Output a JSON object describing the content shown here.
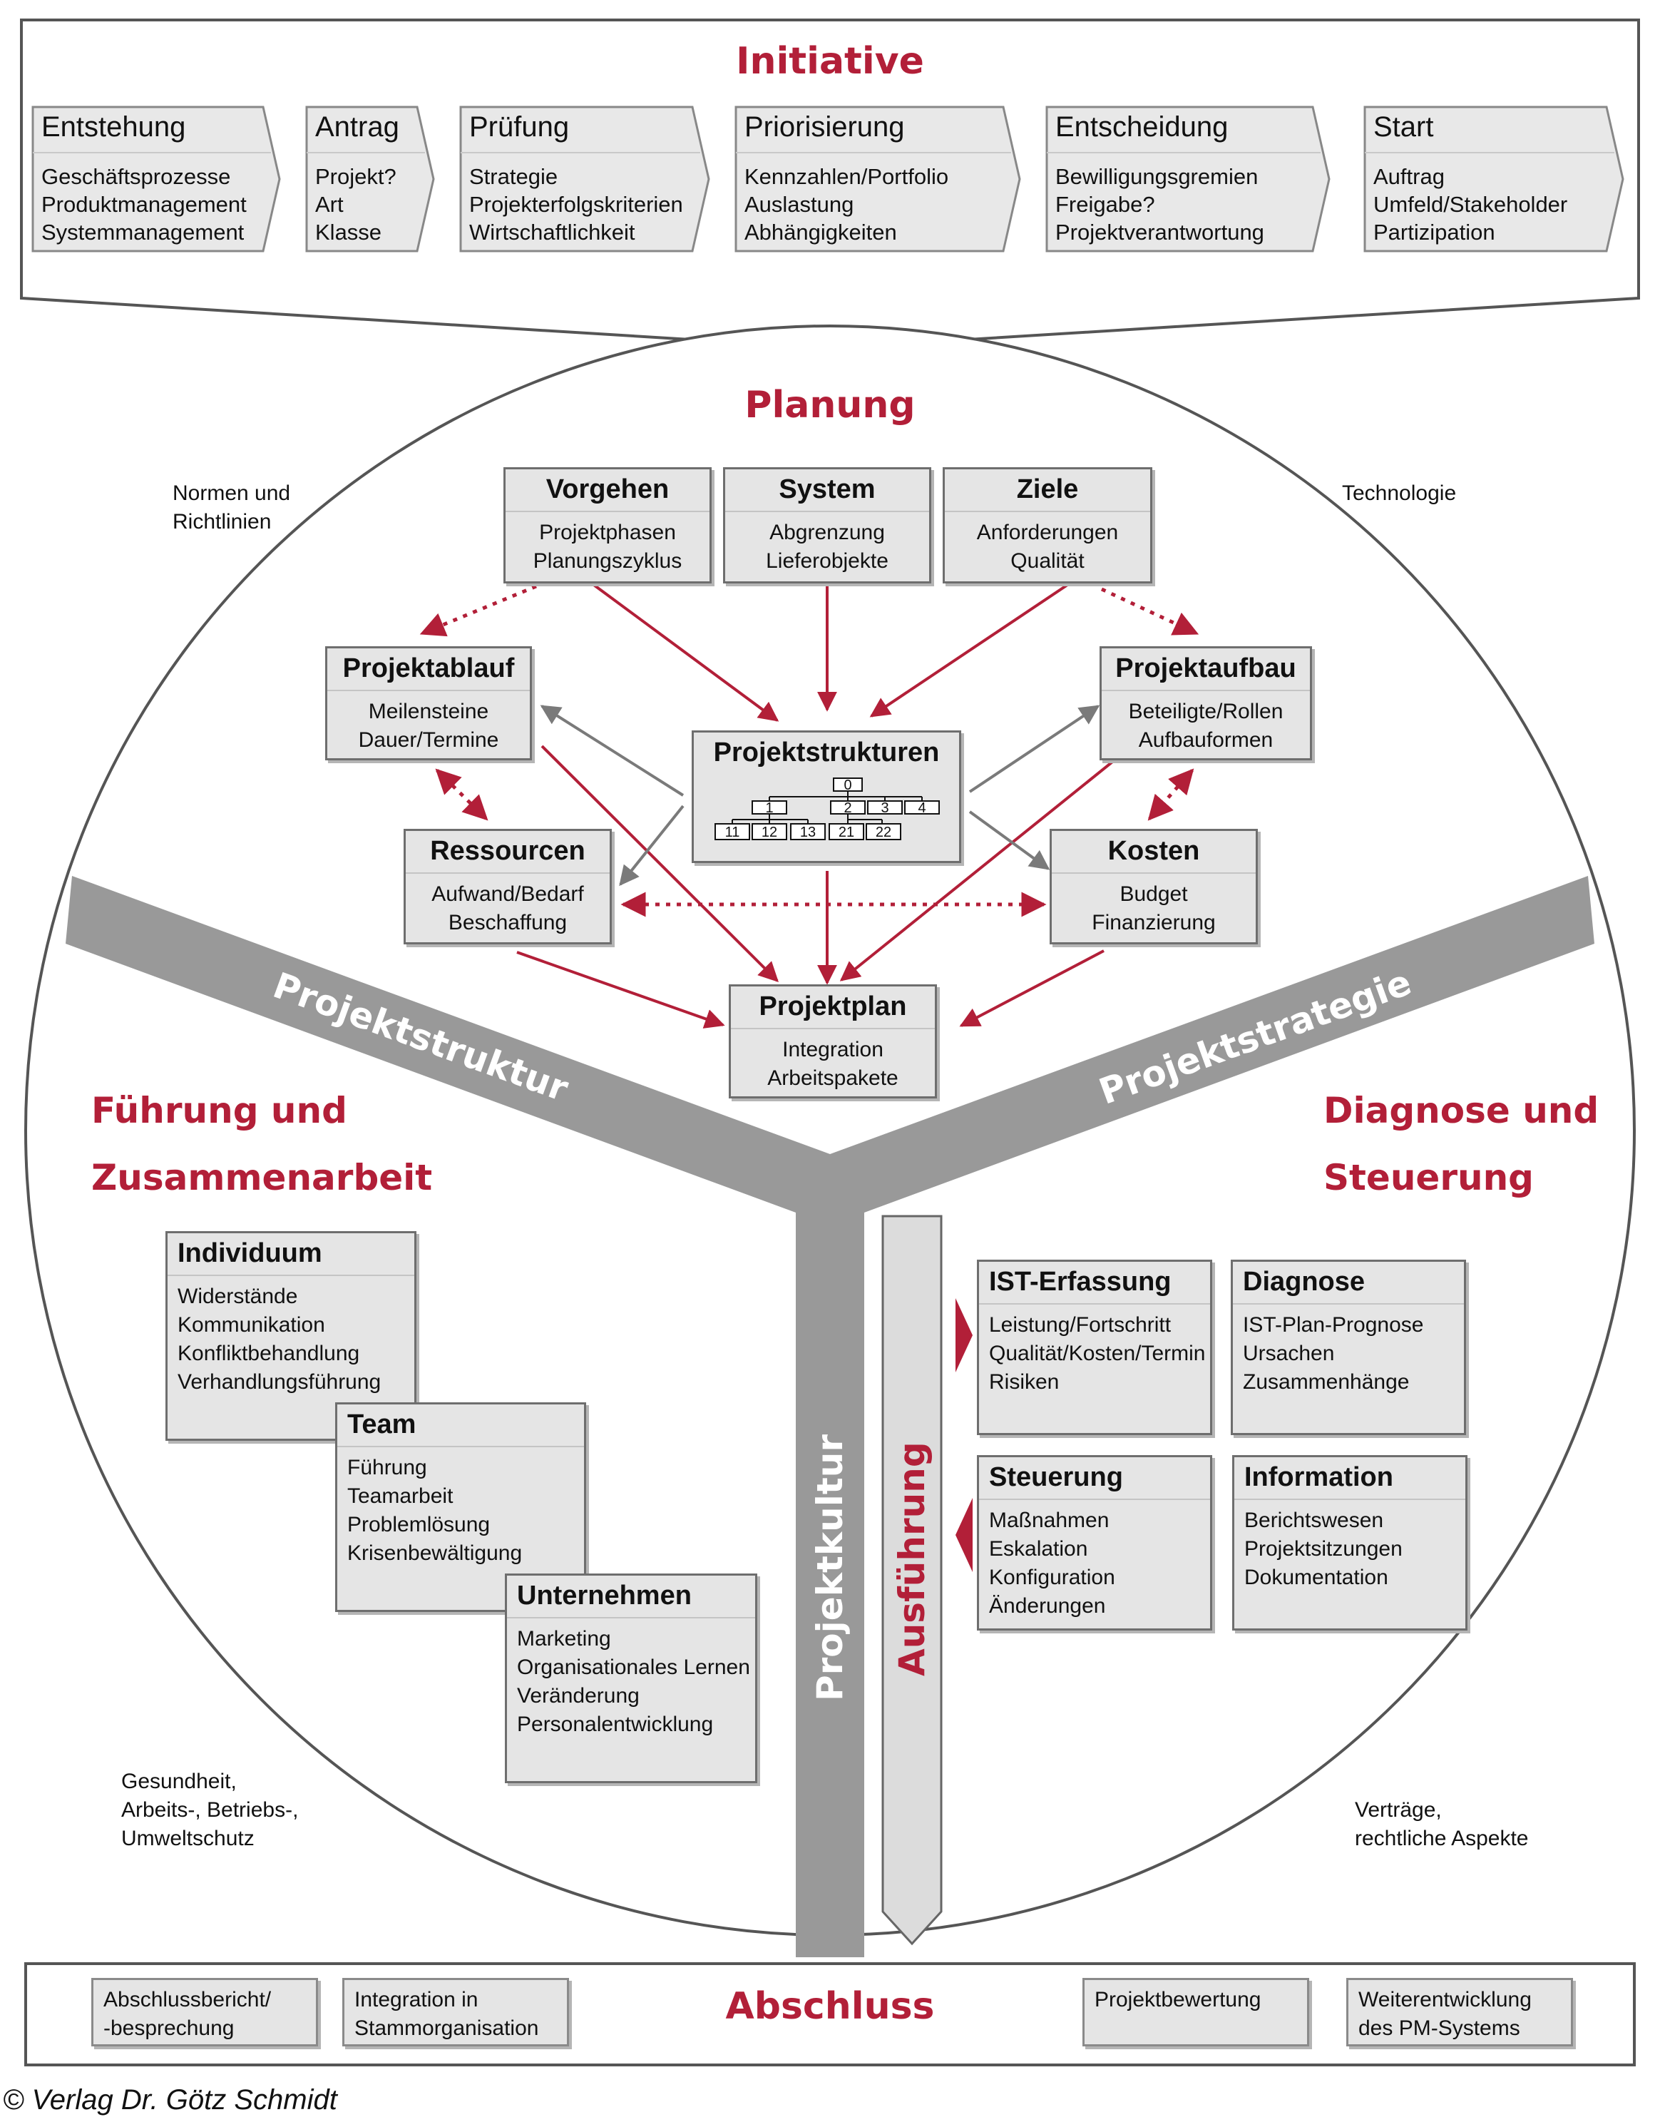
{
  "initiative": {
    "title": "Initiative",
    "steps": [
      {
        "title": "Entstehung",
        "lines": "Geschäftsprozesse\nProduktmanagement\nSystemmanagement"
      },
      {
        "title": "Antrag",
        "lines": "Projekt?\nArt\nKlasse"
      },
      {
        "title": "Prüfung",
        "lines": "Strategie\nProjekterfolgskriterien\nWirtschaftlichkeit"
      },
      {
        "title": "Priorisierung",
        "lines": "Kennzahlen/Portfolio\nAuslastung\nAbhängigkeiten"
      },
      {
        "title": "Entscheidung",
        "lines": "Bewilligungsgremien\nFreigabe?\nProjektverantwortung"
      },
      {
        "title": "Start",
        "lines": "Auftrag\nUmfeld/Stakeholder\nPartizipation"
      }
    ]
  },
  "planung": {
    "title": "Planung",
    "vorgehen": {
      "title": "Vorgehen",
      "lines": "Projektphasen\nPlanungszyklus"
    },
    "system": {
      "title": "System",
      "lines": "Abgrenzung\nLieferobjekte"
    },
    "ziele": {
      "title": "Ziele",
      "lines": "Anforderungen\nQualität"
    },
    "projektablauf": {
      "title": "Projektablauf",
      "lines": "Meilensteine\nDauer/Termine"
    },
    "projektaufbau": {
      "title": "Projektaufbau",
      "lines": "Beteiligte/Rollen\nAufbauformen"
    },
    "projektstrukturen": {
      "title": "Projektstrukturen",
      "nodes": [
        "0",
        "1",
        "2",
        "3",
        "4",
        "11",
        "12",
        "13",
        "21",
        "22"
      ]
    },
    "ressourcen": {
      "title": "Ressourcen",
      "lines": "Aufwand/Bedarf\nBeschaffung"
    },
    "kosten": {
      "title": "Kosten",
      "lines": "Budget\nFinanzierung"
    },
    "projektplan": {
      "title": "Projektplan",
      "lines": "Integration\nArbeitspakete"
    }
  },
  "notes": {
    "normen": "Normen und\nRichtlinien",
    "technologie": "Technologie",
    "gesundheit": "Gesundheit,\nArbeits-, Betriebs-,\nUmweltschutz",
    "vertraege": "Verträge,\nrechtliche Aspekte"
  },
  "bands": {
    "projektstruktur": "Projektstruktur",
    "projektstrategie": "Projektstrategie",
    "projektkultur": "Projektkultur",
    "ausfuehrung": "Ausführung"
  },
  "fuehrung": {
    "title_1": "Führung und",
    "title_2": "Zusammenarbeit",
    "individuum": {
      "title": "Individuum",
      "lines": "Widerstände\nKommunikation\nKonfliktbehandlung\nVerhandlungsführung"
    },
    "team": {
      "title": "Team",
      "lines": "Führung\nTeamarbeit\nProblemlösung\nKrisenbewältigung"
    },
    "unternehmen": {
      "title": "Unternehmen",
      "lines": "Marketing\nOrganisationales Lernen\nVeränderung\nPersonalentwicklung"
    }
  },
  "diagnose": {
    "title_1": "Diagnose und",
    "title_2": "Steuerung",
    "ist": {
      "title": "IST-Erfassung",
      "lines": "Leistung/Fortschritt\nQualität/Kosten/Termin\nRisiken"
    },
    "diag": {
      "title": "Diagnose",
      "lines": "IST-Plan-Prognose\nUrsachen\nZusammenhänge"
    },
    "steuerung": {
      "title": "Steuerung",
      "lines": "Maßnahmen\nEskalation\nKonfiguration\nÄnderungen"
    },
    "information": {
      "title": "Information",
      "lines": "Berichtswesen\nProjektsitzungen\nDokumentation"
    }
  },
  "abschluss": {
    "title": "Abschluss",
    "items": [
      "Abschlussbericht/\n-besprechung",
      "Integration in\nStammorganisation",
      "Projektbewertung",
      "Weiterentwicklung\ndes PM-Systems"
    ]
  },
  "copyright": "© Verlag Dr. Götz Schmidt",
  "colors": {
    "accent": "#b21f38",
    "band": "#999999",
    "box": "#e5e5e5",
    "border": "#6e6e6e"
  }
}
